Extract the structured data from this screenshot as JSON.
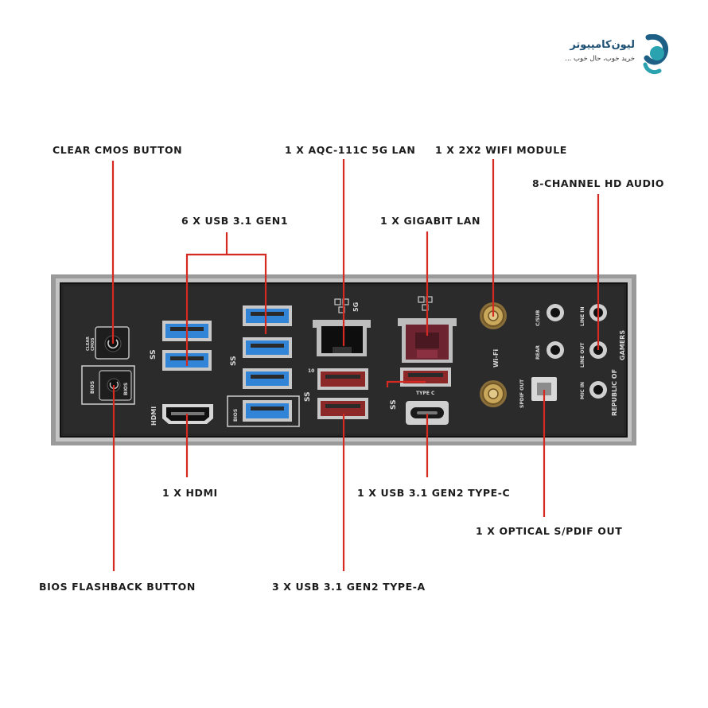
{
  "logo": {
    "title": "لیون‌کامپیوتر",
    "subtitle": "خرید خوب، حال خوب ..."
  },
  "labels": {
    "clear_cmos": "CLEAR CMOS BUTTON",
    "aqc_lan": "1 X AQC-111C 5G LAN",
    "wifi_module": "1 X 2X2 WIFI MODULE",
    "hd_audio": "8-CHANNEL HD AUDIO",
    "usb_gen1": "6 X USB 3.1 GEN1",
    "gigabit_lan": "1 X GIGABIT LAN",
    "hdmi": "1 X HDMI",
    "usb_typec": "1 X USB 3.1 GEN2 TYPE-C",
    "optical": "1 X OPTICAL S/PDIF OUT",
    "bios_flashback": "BIOS FLASHBACK BUTTON",
    "usb_gen2a": "3 X USB 3.1 GEN2 TYPE-A"
  },
  "panel_text": {
    "clear_cmos_a": "CLEAR",
    "clear_cmos_b": "CMOS",
    "bios_left": "BIOS",
    "bios_right": "BIOS",
    "bios_usb": "BIOS",
    "hdmi": "HDMI",
    "lan5g": "5G",
    "type_c": "TYPE C",
    "wifi": "Wi-Fi",
    "spdif": "SPDIF OUT",
    "csub": "C/SUB",
    "rear": "REAR",
    "line_in": "LINE IN",
    "line_out": "LINE OUT",
    "mic_in": "MIC IN",
    "rog_a": "REPUBLIC OF",
    "rog_b": "GAMERS",
    "ss_logo": "SS",
    "ss10": "10"
  },
  "colors": {
    "callout_red": "#d42a22",
    "panel": "#2a2a2a",
    "usb_blue": "#2f7fd8",
    "usb_red": "#8e2626",
    "lan_red": "#7c2530"
  }
}
